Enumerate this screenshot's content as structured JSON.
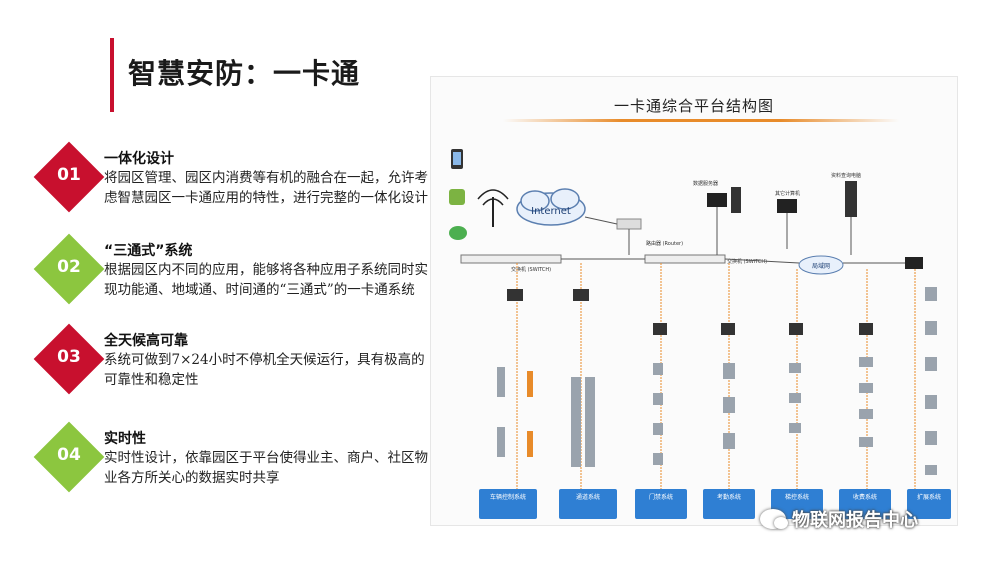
{
  "slide": {
    "title": "智慧安防：一卡通"
  },
  "features": [
    {
      "num": "01",
      "heading": "一体化设计",
      "body": "将园区管理、园区内消费等有机的融合在一起，允许考虑智慧园区一卡通应用的特性，进行完整的一体化设计",
      "color": "#c8102e"
    },
    {
      "num": "02",
      "heading": "“三通式”系统",
      "body": "根据园区内不同的应用，能够将各种应用子系统同时实现功能通、地域通、时间通的“三通式”的一卡通系统",
      "color": "#8cc63f"
    },
    {
      "num": "03",
      "heading": "全天候高可靠",
      "body": "系统可做到7×24小时不停机全天候运行，具有极高的可靠性和稳定性",
      "color": "#c8102e"
    },
    {
      "num": "04",
      "heading": "实时性",
      "body": "实时性设计，依靠园区于平台使得业主、商户、社区物业各方所关心的数据实时共享",
      "color": "#8cc63f"
    }
  ],
  "diagram": {
    "title": "一卡通综合平台结构图",
    "internet_label": "Internet",
    "switch_label_left": "交换机 (SWITCH)",
    "switch_label_right": "交换机 (SWITCH)",
    "router_label": "路由器 (Router)",
    "server_label": "数据服务器",
    "other_pc_label": "其它计算机",
    "kiosk_label": "资料查询电脑",
    "lan_label": "局域网",
    "systems": [
      "车辆控制系统",
      "通道系统",
      "门禁系统",
      "考勤系统",
      "梯控系统",
      "收费系统",
      "扩展系统"
    ]
  },
  "watermark": {
    "text": "物联网报告中心"
  },
  "colors": {
    "accent_red": "#c8102e",
    "accent_green": "#8cc63f",
    "system_box_blue": "#2f7fd3"
  }
}
